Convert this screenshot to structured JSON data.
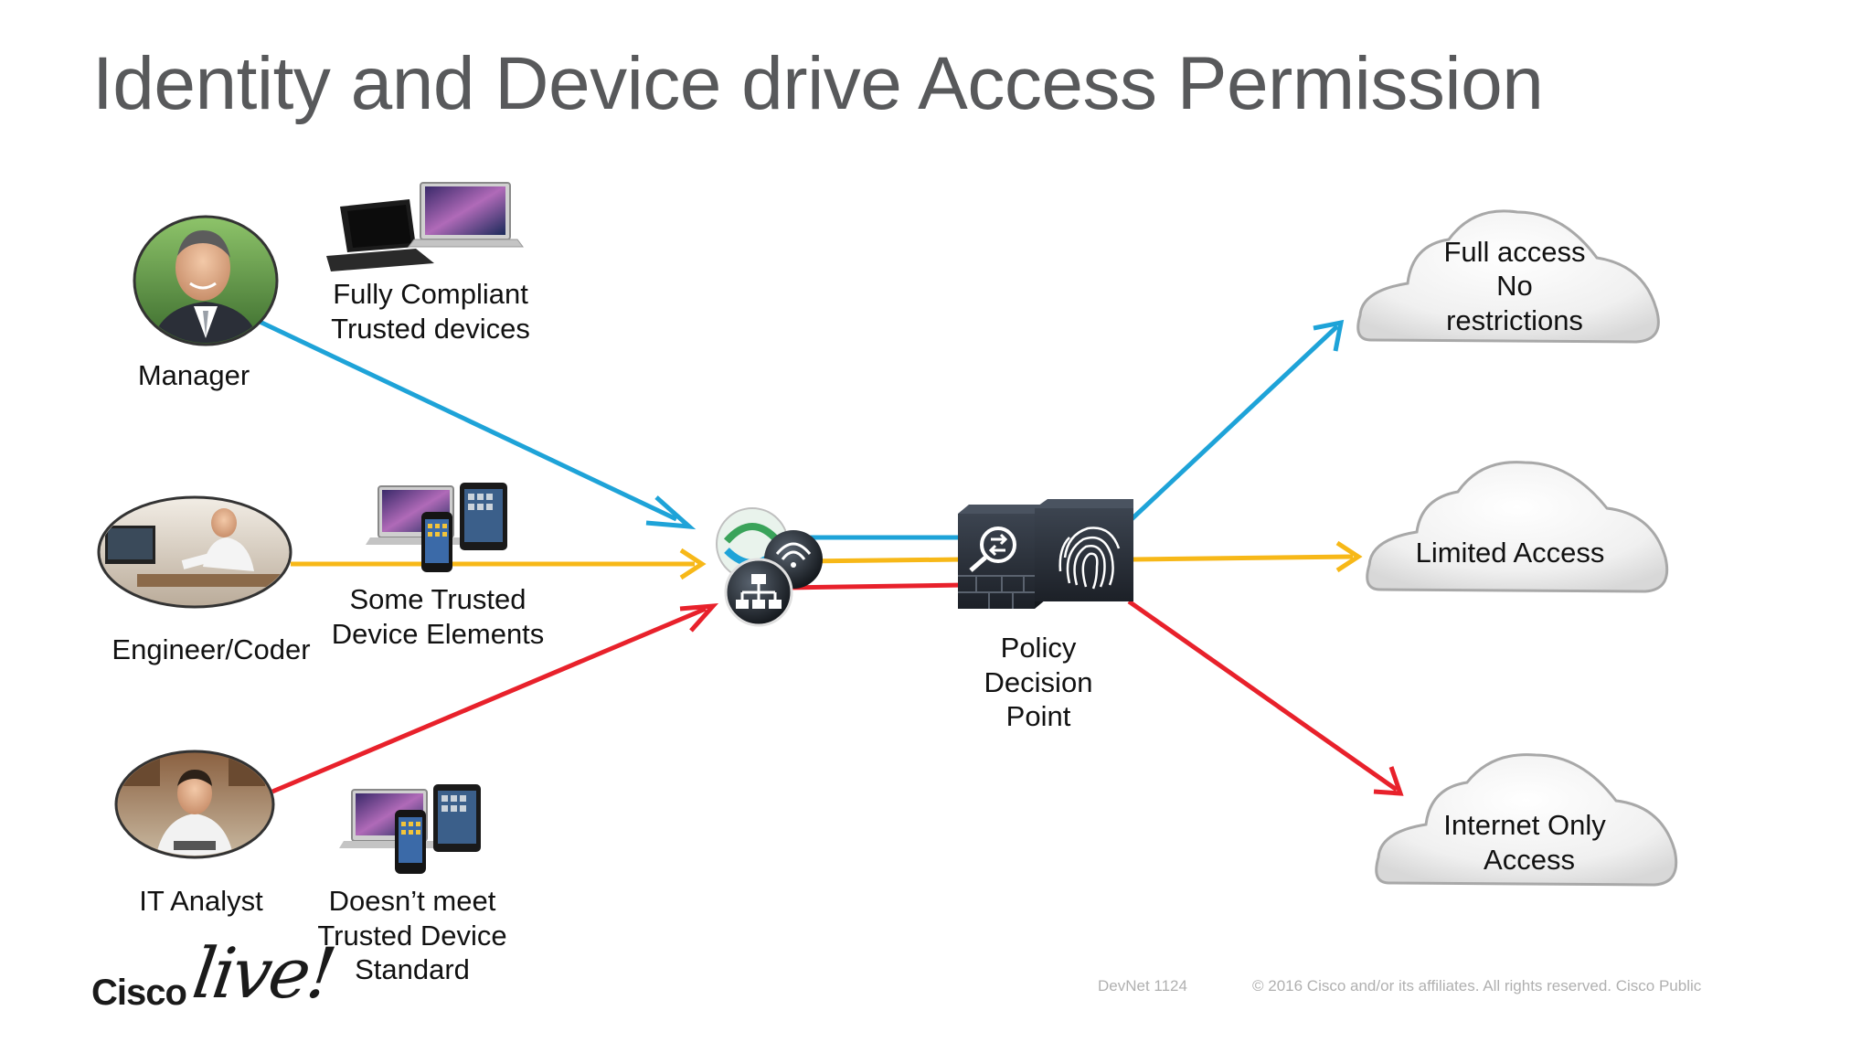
{
  "slide": {
    "title": "Identity and Device drive Access Permission"
  },
  "users": [
    {
      "name": "Manager",
      "icon": "manager-photo-icon"
    },
    {
      "name": "Engineer/Coder",
      "icon": "engineer-photo-icon"
    },
    {
      "name": "IT Analyst",
      "icon": "analyst-photo-icon"
    }
  ],
  "devices": [
    {
      "lines": [
        "Fully Compliant",
        "Trusted devices"
      ],
      "icon": "laptops-icon"
    },
    {
      "lines": [
        "Some Trusted",
        "Device Elements"
      ],
      "icon": "apple-devices-icon"
    },
    {
      "lines": [
        "Doesn’t meet",
        "Trusted Device",
        "Standard"
      ],
      "icon": "apple-devices-icon"
    }
  ],
  "policy": {
    "lines": [
      "Policy",
      "Decision",
      "Point"
    ],
    "icons": [
      "firewall-icon",
      "fingerprint-icon"
    ]
  },
  "network_icons": [
    "wireless-icon",
    "switch-icon"
  ],
  "access_levels": [
    {
      "lines": [
        "Full access",
        "No",
        "restrictions"
      ],
      "color": "#1ea3d8"
    },
    {
      "lines": [
        "Limited Access"
      ],
      "color": "#f7b818"
    },
    {
      "lines": [
        "Internet Only",
        "Access"
      ],
      "color": "#e8212b"
    }
  ],
  "footer": {
    "session": "DevNet 1124",
    "copyright": "© 2016  Cisco and/or its affiliates. All rights reserved.   Cisco Public",
    "logo_brand": "Cisco",
    "logo_event": "live!"
  },
  "colors": {
    "trusted": "#1ea3d8",
    "partial": "#f7b818",
    "untrusted": "#e8212b",
    "title": "#58595b"
  }
}
